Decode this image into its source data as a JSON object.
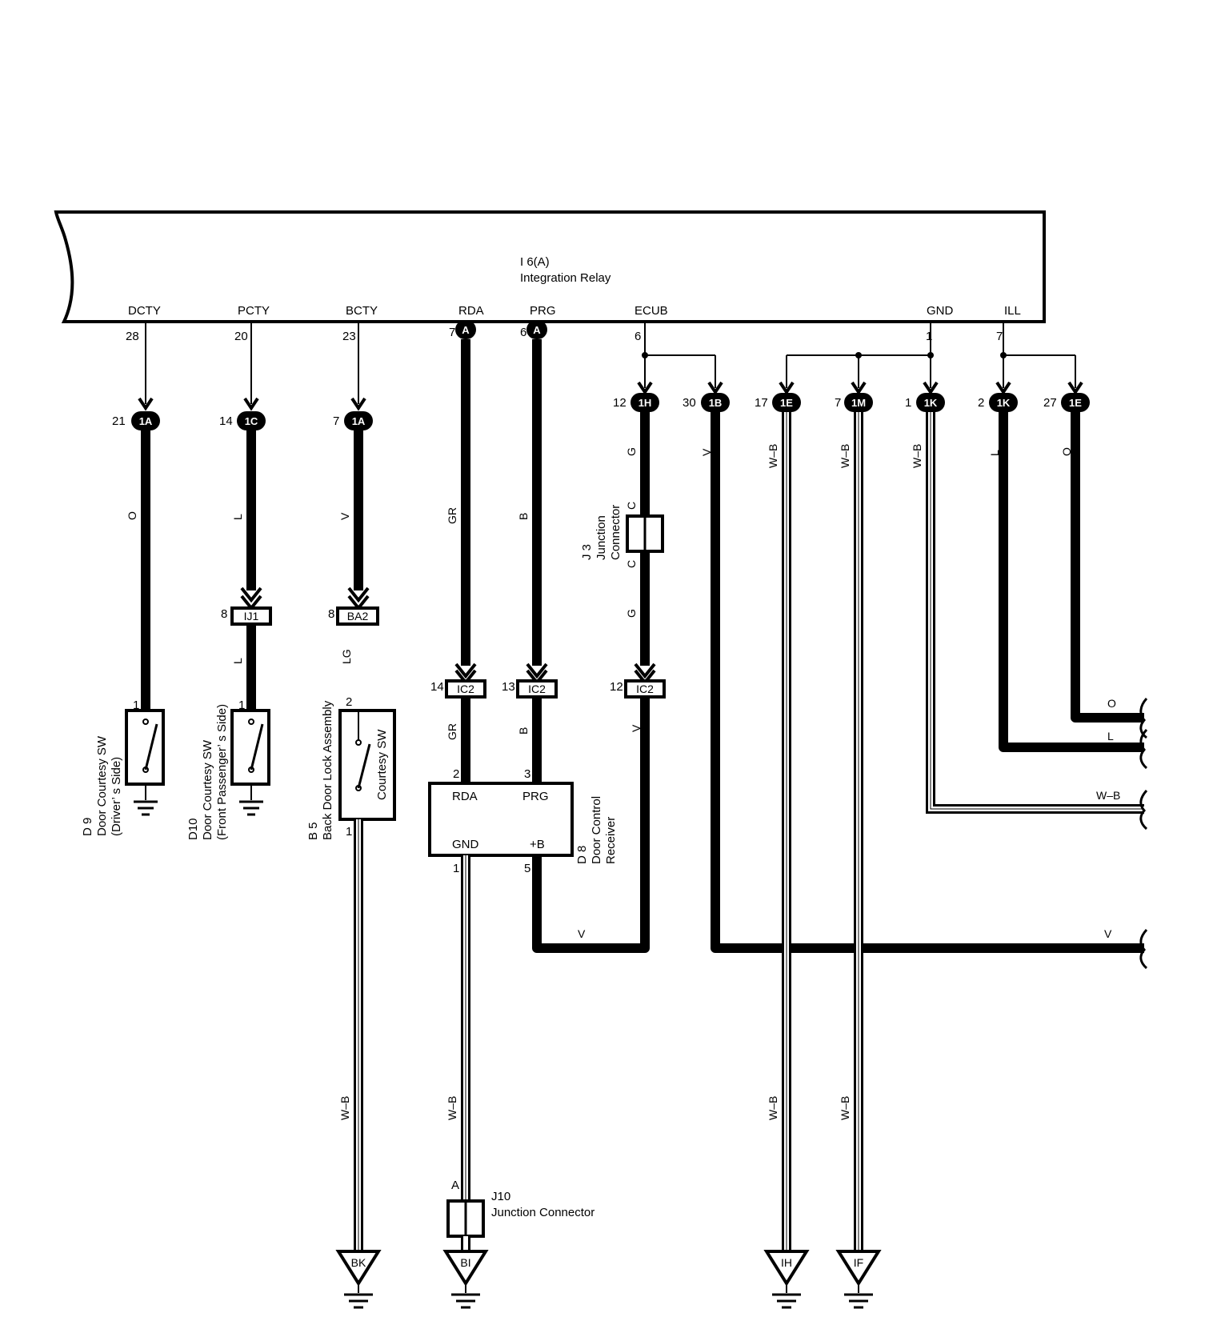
{
  "relay": {
    "id": "I 6(A)",
    "name": "Integration Relay"
  },
  "terminals": {
    "dcty": {
      "name": "DCTY",
      "pin": "28"
    },
    "pcty": {
      "name": "PCTY",
      "pin": "20"
    },
    "bcty": {
      "name": "BCTY",
      "pin": "23"
    },
    "rda": {
      "name": "RDA",
      "pin": "7"
    },
    "prg": {
      "name": "PRG",
      "pin": "6"
    },
    "ecub": {
      "name": "ECUB",
      "pin": "6"
    },
    "gnd": {
      "name": "GND",
      "pin": "1"
    },
    "ill": {
      "name": "ILL",
      "pin": "7"
    }
  },
  "connectors": {
    "c_dcty": {
      "pin": "21",
      "code": "1A"
    },
    "c_pcty": {
      "pin": "14",
      "code": "1C"
    },
    "c_bcty": {
      "pin": "7",
      "code": "1A"
    },
    "c_ecub1": {
      "pin": "12",
      "code": "1H"
    },
    "c_ecub2": {
      "pin": "30",
      "code": "1B"
    },
    "c_gnd1": {
      "pin": "17",
      "code": "1E"
    },
    "c_gnd2": {
      "pin": "7",
      "code": "1M"
    },
    "c_gnd3": {
      "pin": "1",
      "code": "1K"
    },
    "c_ill1": {
      "pin": "2",
      "code": "1K"
    },
    "c_ill2": {
      "pin": "27",
      "code": "1E"
    },
    "ij1": {
      "pin": "8",
      "code": "IJ1"
    },
    "ba2": {
      "pin": "8",
      "code": "BA2"
    },
    "ic2_rda": {
      "pin": "14",
      "code": "IC2"
    },
    "ic2_prg": {
      "pin": "13",
      "code": "IC2"
    },
    "ic2_ecub": {
      "pin": "12",
      "code": "IC2"
    },
    "relay_a": "A"
  },
  "wires": {
    "o": "O",
    "l": "L",
    "v": "V",
    "gr": "GR",
    "b": "B",
    "g": "G",
    "wb": "W–B",
    "lg": "LG"
  },
  "components": {
    "d9": {
      "id": "D 9",
      "name": "Door Courtesy SW",
      "side": "(Driver’ s Side)",
      "pin": "1"
    },
    "d10": {
      "id": "D10",
      "name": "Door Courtesy SW",
      "side": "(Front Passenger’ s Side)",
      "pin": "1"
    },
    "b5": {
      "id": "B 5",
      "name": "Back Door Lock Assembly",
      "sw": "Courtesy SW",
      "pin_top": "2",
      "pin_bottom": "1"
    },
    "d8": {
      "id": "D 8",
      "name1": "Door Control",
      "name2": "Receiver",
      "rda": "RDA",
      "prg": "PRG",
      "gnd": "GND",
      "plus_b": "+B",
      "pin_rda": "2",
      "pin_prg": "3",
      "pin_gnd": "1",
      "pin_b": "5"
    },
    "j3": {
      "id": "J 3",
      "name1": "Junction",
      "name2": "Connector",
      "pin": "C"
    },
    "j10": {
      "id": "J10",
      "name": "Junction Connector",
      "pin": "A"
    }
  },
  "grounds": {
    "bk": "BK",
    "bi": "BI",
    "ih": "IH",
    "if": "IF"
  }
}
